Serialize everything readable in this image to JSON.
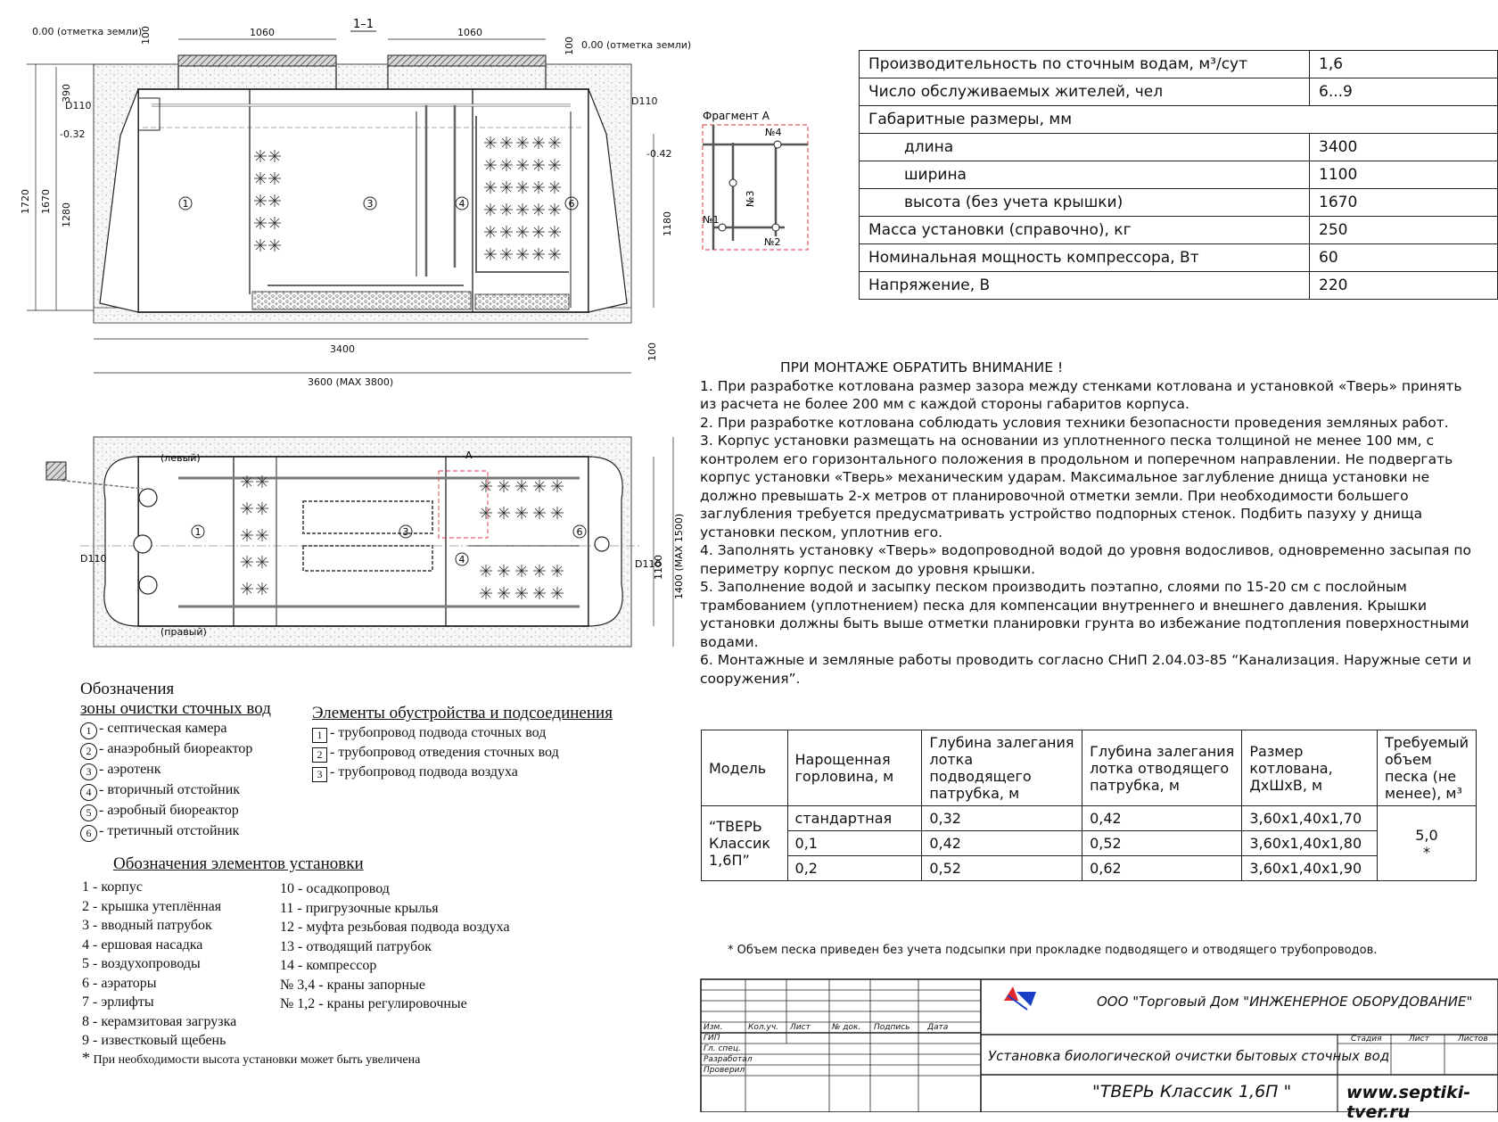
{
  "drawing": {
    "section_label": "1–1",
    "ground_mark": "0.00 (отметка земли)",
    "dims": {
      "lid_width": "1060",
      "lid_thk": "100",
      "top_depth": "390",
      "total_height": "1720",
      "body_height": "1670",
      "inlet_height": "1280",
      "outlet_height": "1180",
      "base_thk": "100",
      "length": "3400",
      "pit_length": "3600 (MAX 3800)",
      "width": "1100",
      "pit_width": "1400 (MAX 1500)",
      "inlet_level": "-0.32",
      "outlet_level": "-0.42",
      "pipe_in": "D110",
      "pipe_out": "D110"
    },
    "fragment_label": "Фрагмент А",
    "fragment_marker": "А",
    "plan_labels": {
      "left": "(левый)",
      "right": "(правый)"
    },
    "valves": [
      "№1",
      "№2",
      "№3",
      "№4"
    ]
  },
  "specs": [
    {
      "label": "Производительность по сточным водам, м³/сут",
      "value": "1,6"
    },
    {
      "label": "Число обслуживаемых жителей, чел",
      "value": "6...9"
    },
    {
      "label": "Габаритные размеры, мм",
      "value": ""
    },
    {
      "label": "длина",
      "value": "3400"
    },
    {
      "label": "ширина",
      "value": "1100"
    },
    {
      "label": "высота (без учета крышки)",
      "value": "1670"
    },
    {
      "label": "Масса установки (справочно), кг",
      "value": "250"
    },
    {
      "label": "Номинальная мощность компрессора, Вт",
      "value": "60"
    },
    {
      "label": "Напряжение, В",
      "value": "220"
    }
  ],
  "notes": {
    "title": "ПРИ МОНТАЖЕ ОБРАТИТЬ ВНИМАНИЕ !",
    "items": [
      "1. При разработке котлована размер зазора между стенками котлована и установкой «Тверь» принять из расчета не более 200 мм с каждой стороны габаритов корпуса.",
      "2. При разработке котлована соблюдать условия техники безопасности проведения земляных работ.",
      "3. Корпус установки размещать на основании из уплотненного песка толщиной не менее 100 мм, с контролем его горизонтального положения в продольном и поперечном направлении. Не подвергать корпус установки «Тверь» механическим ударам. Максимальное заглубление днища установки не должно превышать 2-х метров от планировочной отметки земли. При необходимости большего заглубления требуется предусматривать устройство подпорных стенок.  Подбить пазуху у днища установки песком, уплотнив его.",
      "4. Заполнять установку «Тверь» водопроводной водой до уровня водосливов, одновременно засыпая по периметру корпус песком до уровня крышки.",
      "5. Заполнение водой и засыпку песком производить поэтапно, слоями по 15-20 см с послойным трамбованием (уплотнением) песка для компенсации внутреннего и внешнего давления. Крышки установки должны быть выше отметки планировки грунта во избежание подтопления поверхностными водами.",
      "6. Монтажные и земляные работы проводить согласно СНиП 2.04.03-85 “Канализация. Наружные сети и сооружения”."
    ]
  },
  "model_table": {
    "headers": [
      "Модель",
      "Нарощенная горловина, м",
      "Глубина залегания лотка подводящего патрубка, м",
      "Глубина залегания лотка отводящего патрубка, м",
      "Размер котлована, ДхШхВ, м",
      "Требуемый объем песка (не менее), м³"
    ],
    "model": "“ТВЕРЬ Классик 1,6П”",
    "sand": "5,0",
    "sand_mark": "*",
    "rows": [
      [
        "стандартная",
        "0,32",
        "0,42",
        "3,60х1,40х1,70"
      ],
      [
        "0,1",
        "0,42",
        "0,52",
        "3,60х1,40х1,80"
      ],
      [
        "0,2",
        "0,52",
        "0,62",
        "3,60х1,40х1,90"
      ]
    ],
    "footnote": "* Объем песка приведен без учета подсыпки при прокладке подводящего и отводящего трубопроводов."
  },
  "legend_zones": {
    "title1": "Обозначения",
    "title2": "зоны очистки сточных вод",
    "items": [
      {
        "n": "1",
        "t": "- септическая камера"
      },
      {
        "n": "2",
        "t": "- анаэробный биореактор"
      },
      {
        "n": "3",
        "t": "- аэротенк"
      },
      {
        "n": "4",
        "t": "- вторичный отстойник"
      },
      {
        "n": "5",
        "t": "- аэробный биореактор"
      },
      {
        "n": "6",
        "t": "- третичный отстойник"
      }
    ]
  },
  "legend_connections": {
    "title": "Элементы обустройства и подсоединения",
    "items": [
      {
        "n": "1",
        "t": "- трубопровод подвода сточных вод"
      },
      {
        "n": "2",
        "t": "- трубопровод отведения сточных вод"
      },
      {
        "n": "3",
        "t": "- трубопровод подвода воздуха"
      }
    ]
  },
  "legend_elements": {
    "title": "Обозначения элементов установки",
    "col1": [
      "1 - корпус",
      "2 - крышка утеплённая",
      "3 - вводный патрубок",
      "4 - ершовая насадка",
      "5 - воздухопроводы",
      "6 - аэраторы",
      "7 - эрлифты",
      "8 - керамзитовая загрузка",
      "9 - известковый щебень"
    ],
    "col2": [
      "10 - осадкопровод",
      "11 - пригрузочные крылья",
      "12 - муфта резьбовая подвода воздуха",
      "13 - отводящий патрубок",
      "14 - компрессор",
      "№ 3,4 - краны запорные",
      "№ 1,2 - краны регулировочные"
    ],
    "footnote_mark": "*",
    "footnote": "При необходимости высота установки может быть увеличена"
  },
  "stamp": {
    "company": "ООО \"Торговый Дом \"ИНЖЕНЕРНОЕ ОБОРУДОВАНИЕ\"",
    "title": "Установка биологической очистки бытовых сточных вод",
    "product": "\"ТВЕРЬ Классик 1,6П \"",
    "site": "www.septiki-tver.ru",
    "cols": [
      "Изм.",
      "Кол.уч.",
      "Лист",
      "№ док.",
      "Подпись",
      "Дата"
    ],
    "roles": [
      "ГИП",
      "Гл. спец.",
      "Разработал",
      "Проверил"
    ],
    "right_cols": [
      "Стадия",
      "Лист",
      "Листов"
    ],
    "logo_colors": {
      "red": "#e0262b",
      "blue": "#1a3fc4"
    }
  }
}
